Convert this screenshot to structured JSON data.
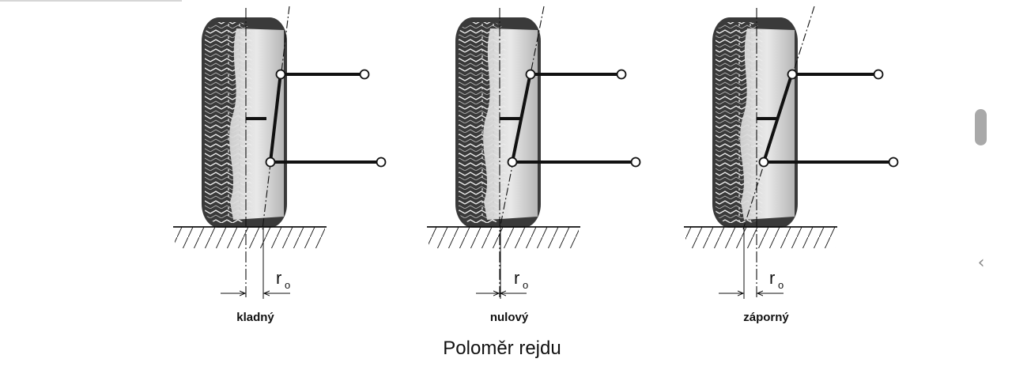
{
  "figure": {
    "caption": "Poloměr rejdu",
    "offset_symbol": "r",
    "offset_subscript": "o",
    "panels": [
      {
        "label": "kladný",
        "variant": "positive"
      },
      {
        "label": "nulový",
        "variant": "zero"
      },
      {
        "label": "záporný",
        "variant": "negative"
      }
    ]
  },
  "viewer": {
    "prev_icon": "chevron-left-icon"
  },
  "colors": {
    "line": "#111111",
    "tire_dark": "#3a3a3a",
    "tire_light": "#e2e2e2",
    "scrollbar": "#a9a9a9"
  }
}
